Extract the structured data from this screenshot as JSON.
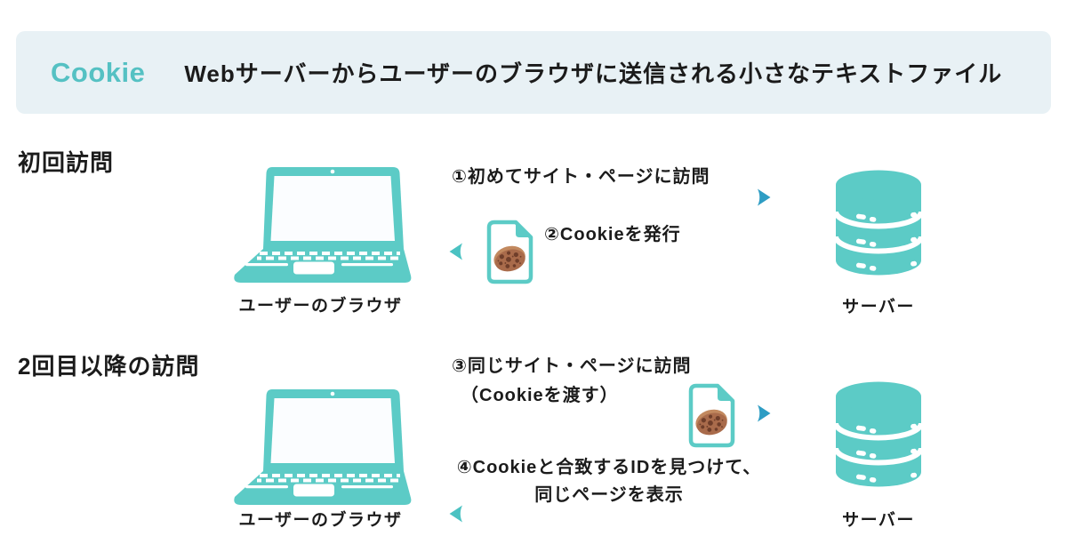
{
  "header": {
    "term": "Cookie",
    "definition": "Webサーバーからユーザーのブラウザに送信される小さなテキストファイル"
  },
  "sections": [
    {
      "title": "初回訪問",
      "browser_label": "ユーザーのブラウザ",
      "server_label": "サーバー",
      "steps": [
        {
          "label": "①初めてサイト・ページに訪問",
          "direction": "browser-to-server"
        },
        {
          "label": "②Cookieを発行",
          "direction": "server-to-browser",
          "attachment": "cookie-file"
        }
      ]
    },
    {
      "title": "2回目以降の訪問",
      "browser_label": "ユーザーのブラウザ",
      "server_label": "サーバー",
      "steps": [
        {
          "label": "③同じサイト・ページに訪問",
          "label2": "（Cookieを渡す）",
          "direction": "browser-to-server",
          "attachment": "cookie-file"
        },
        {
          "label": "④Cookieと合致するIDを見つけて、",
          "label2": "同じページを表示",
          "direction": "server-to-browser"
        }
      ]
    }
  ],
  "icons": {
    "browser": "laptop-icon",
    "server": "database-icon",
    "attachment": "cookie-file-icon"
  },
  "colors": {
    "icon_teal": "#5CCBC6",
    "arrow_start": "#4BC2C2",
    "arrow_end": "#2E9DC4",
    "banner_bg": "#E8F1F5",
    "term_color": "#55C1C3",
    "text_color": "#1B1B1B",
    "cookie_body": "#A96B4B",
    "cookie_light": "#C2895F",
    "cookie_chip": "#6F3E2A"
  }
}
